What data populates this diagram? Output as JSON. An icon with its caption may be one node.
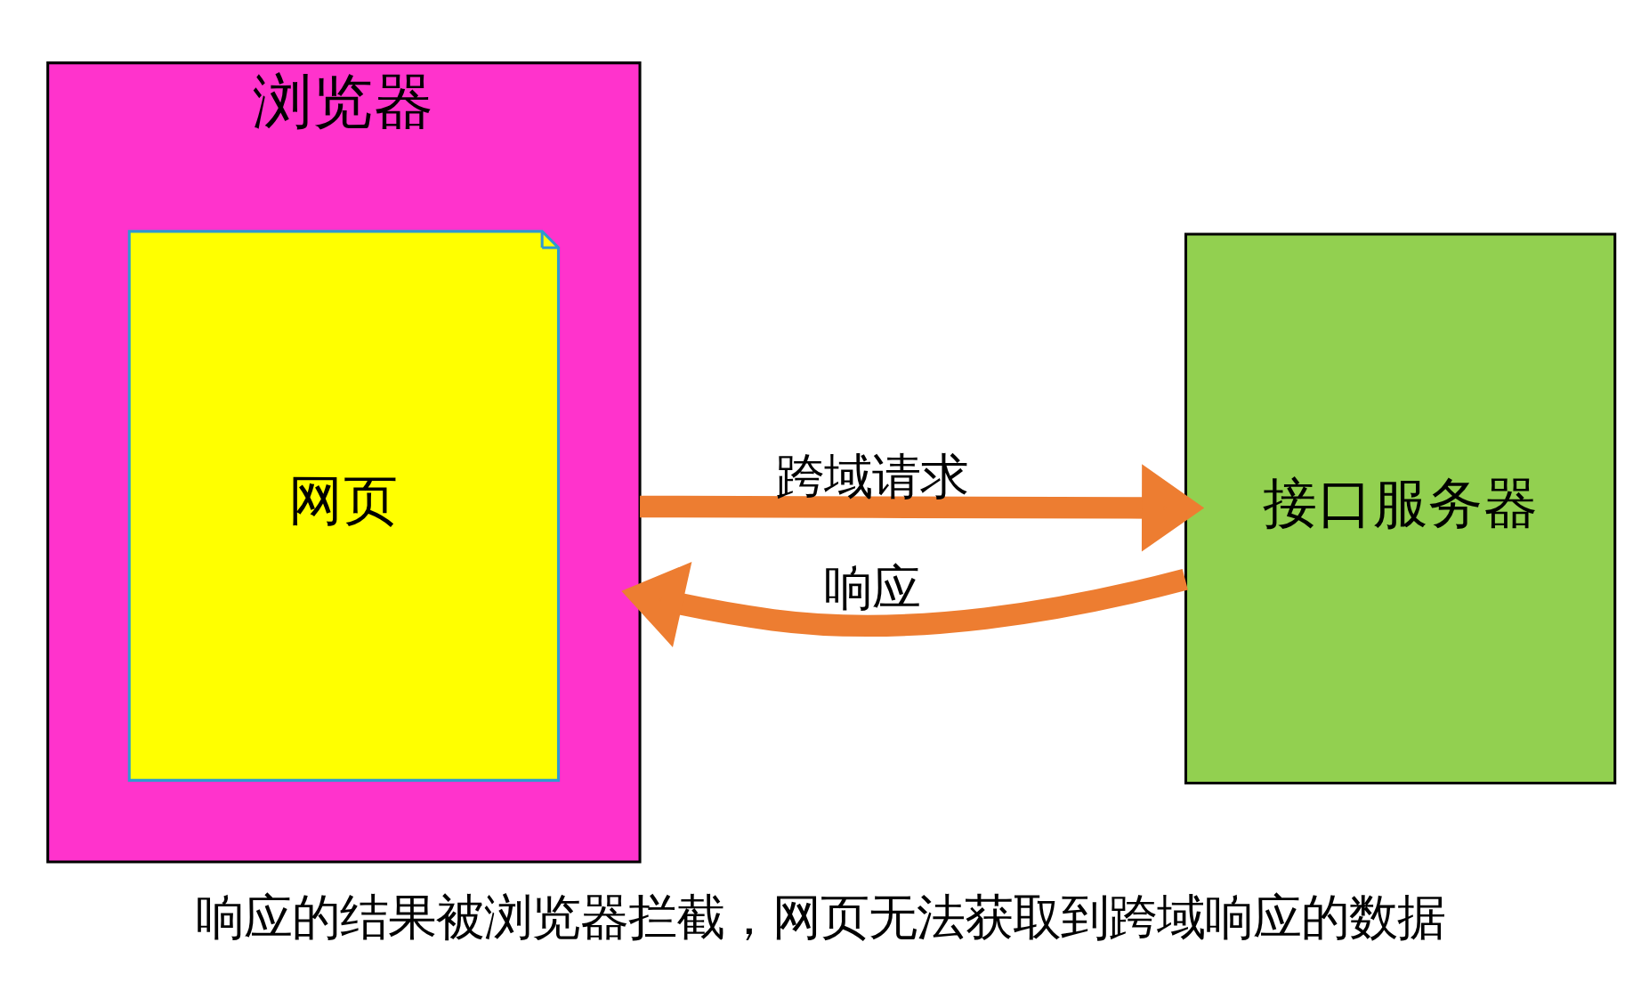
{
  "diagram": {
    "caption": "响应的结果被浏览器拦截，网页无法获取到跨域响应的数据",
    "nodes": [
      {
        "text": [
          "浏览器"
        ]
      },
      {
        "text": [
          "网页"
        ],
        "in": 0
      },
      {
        "text": [
          "接口服务器"
        ]
      }
    ],
    "edges": [
      {
        "from": 0,
        "to": 2,
        "arrow": "to",
        "label": "跨域请求",
        "color": "#ed7d31"
      },
      {
        "from": 2,
        "to": 0,
        "arrow": "to",
        "label": "响应",
        "color": "#ed7d31"
      }
    ]
  }
}
